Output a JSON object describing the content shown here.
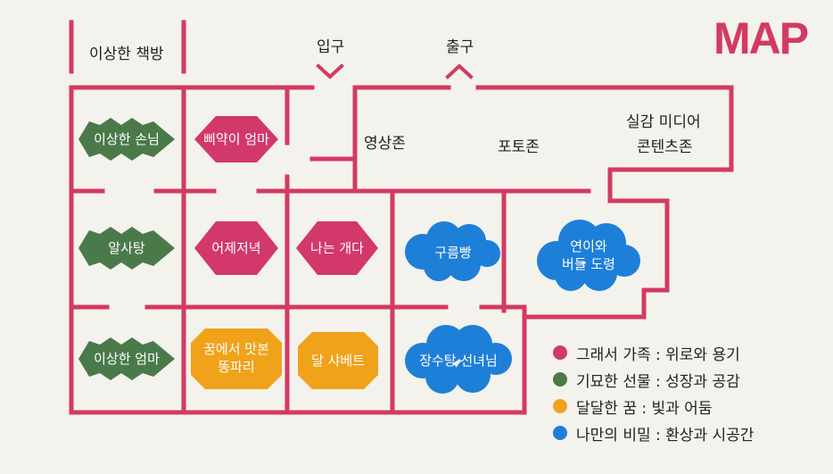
{
  "title": "MAP",
  "labels": {
    "bookstore": "이상한 책방",
    "entrance": "입구",
    "exit": "출구",
    "video_zone": "영상존",
    "photo_zone": "포토존",
    "immersive_line1": "실감 미디어",
    "immersive_line2": "콘텐츠존"
  },
  "rooms": [
    {
      "label": "이상한 손님",
      "shape": "green-diamond"
    },
    {
      "label": "삐약이 엄마",
      "shape": "red-hexagon"
    },
    {
      "label": "알사탕",
      "shape": "green-diamond"
    },
    {
      "label": "어제저녁",
      "shape": "red-hexagon"
    },
    {
      "label": "나는 개다",
      "shape": "red-hexagon"
    },
    {
      "label": "구름빵",
      "shape": "blue-cloud"
    },
    {
      "label_line1": "연이와",
      "label_line2": "버들 도령",
      "shape": "blue-cloud"
    },
    {
      "label": "이상한 엄마",
      "shape": "green-diamond"
    },
    {
      "label_line1": "꿈에서 맛본",
      "label_line2": "똥파리",
      "shape": "yellow-octagon"
    },
    {
      "label": "달 샤베트",
      "shape": "yellow-octagon"
    },
    {
      "label": "장수탕 선녀님",
      "shape": "blue-cloud"
    }
  ],
  "legend": [
    {
      "color": "#d2386a",
      "text": "그래서 가족 : 위로와 용기"
    },
    {
      "color": "#4a7a4a",
      "text": "기묘한 선물 : 성장과 공감"
    },
    {
      "color": "#f0a21a",
      "text": "달달한 꿈 : 빛과 어둠"
    },
    {
      "color": "#1e7fd8",
      "text": "나만의 비밀 : 환상과 시공간"
    }
  ],
  "colors": {
    "wall": "#d33a63",
    "red": "#d2386a",
    "green": "#4a7a4a",
    "yellow": "#f0a21a",
    "blue": "#1e7fd8"
  }
}
